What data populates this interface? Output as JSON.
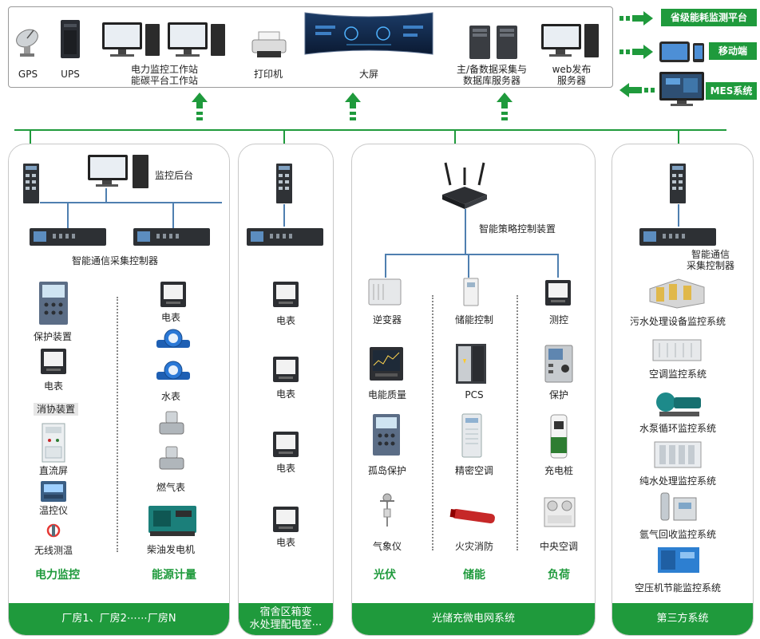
{
  "top": {
    "gps": "GPS",
    "ups": "UPS",
    "workstation_line1": "电力监控工作站",
    "workstation_line2": "能碳平台工作站",
    "printer": "打印机",
    "big_screen": "大屏",
    "server_line1": "主/备数据采集与",
    "server_line2": "数据库服务器",
    "web_line1": "web发布",
    "web_line2": "服务器"
  },
  "right": {
    "provincial": "省级能耗监测平台",
    "mobile": "移动端",
    "mes": "MES系统"
  },
  "panel1": {
    "monitor_backend": "监控后台",
    "controller": "智能通信采集控制器",
    "left_items": [
      "保护装置",
      "电表",
      "消协装置",
      "直流屏",
      "温控仪",
      "无线测温"
    ],
    "right_items": [
      "电表",
      "水表",
      "燃气表",
      "柴油发电机"
    ],
    "group_left": "电力监控",
    "group_right": "能源计量",
    "footer": "厂房1、厂房2⋯⋯厂房N"
  },
  "panel2": {
    "items": [
      "电表",
      "电表",
      "电表",
      "电表"
    ],
    "footer_line1": "宿舍区箱变",
    "footer_line2": "水处理配电室⋯"
  },
  "panel3": {
    "controller": "智能策略控制装置",
    "col1": [
      "逆变器",
      "电能质量",
      "孤岛保护",
      "气象仪"
    ],
    "col2": [
      "储能控制",
      "PCS",
      "精密空调",
      "火灾消防"
    ],
    "col3": [
      "测控",
      "保护",
      "充电桩",
      "中央空调"
    ],
    "group1": "光伏",
    "group2": "储能",
    "group3": "负荷",
    "footer": "光储充微电网系统"
  },
  "panel4": {
    "controller_line1": "智能通信",
    "controller_line2": "采集控制器",
    "items": [
      "污水处理设备监控系统",
      "空调监控系统",
      "水泵循环监控系统",
      "纯水处理监控系统",
      "氩气回收监控系统",
      "空压机节能监控系统"
    ],
    "footer": "第三方系统"
  },
  "colors": {
    "accent": "#1f9a3c",
    "bus": "#4f7fb0"
  }
}
